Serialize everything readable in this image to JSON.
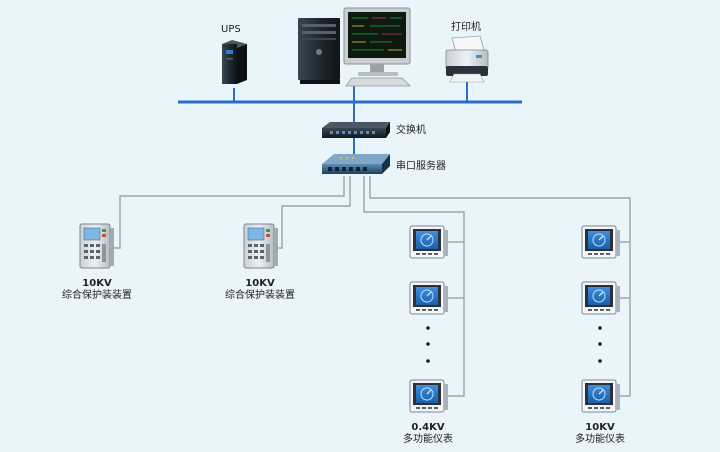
{
  "labels": {
    "ups": "UPS",
    "printer": "打印机",
    "switch": "交换机",
    "serial_server": "串口服务器",
    "protection_1_voltage": "10KV",
    "protection_1_name": "综合保护装装置",
    "protection_2_voltage": "10KV",
    "protection_2_name": "综合保护装装置",
    "meter_group_1_voltage": "0.4KV",
    "meter_group_1_name": "多功能仪表",
    "meter_group_2_voltage": "10KV",
    "meter_group_2_name": "多功能仪表"
  },
  "colors": {
    "background": "#e9f4fb",
    "bus_line": "#2b6fc4",
    "tree_line": "#9aa3ab",
    "device_dark": "#1f2a33",
    "meter_screen": "#1e73c8"
  },
  "icons": {
    "ups": "ups-icon",
    "computer": "computer-icon",
    "printer": "printer-icon",
    "switch": "network-switch-icon",
    "serial_server": "serial-server-icon",
    "protection": "protection-relay-icon",
    "meter": "power-meter-icon"
  }
}
